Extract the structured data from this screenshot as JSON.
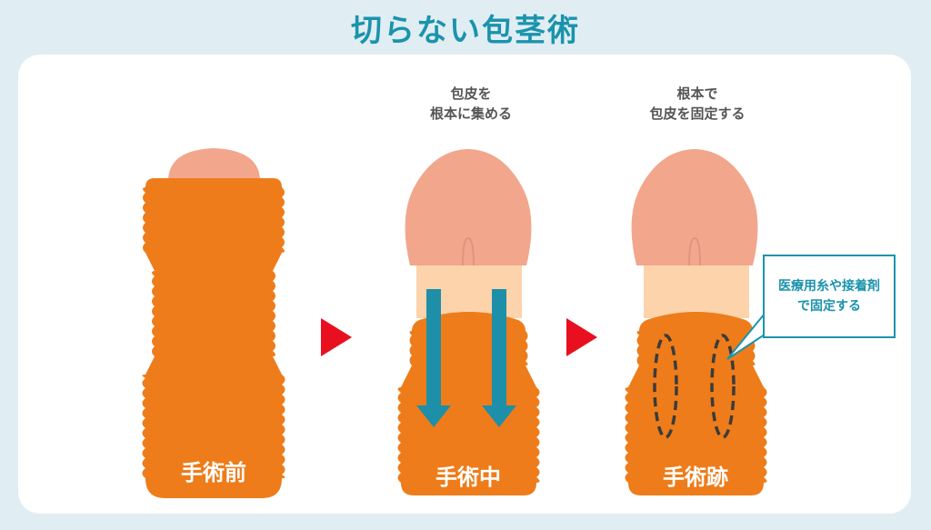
{
  "title": "切らない包茎術",
  "captions": {
    "step2": [
      "包皮を",
      "根本に集める"
    ],
    "step3": [
      "根本で",
      "包皮を固定する"
    ]
  },
  "stages": [
    "手術前",
    "手術中",
    "手術跡"
  ],
  "callout": [
    "医療用糸や接着剤",
    "で固定する"
  ],
  "colors": {
    "title": "#1b93ad",
    "skin": "#ee7c1a",
    "glans": "#f2a68c",
    "shaft": "#fdd3ac",
    "arrow_play": "#e8101e",
    "arrow_down": "#1e8fa8",
    "background": "#e0eef3"
  }
}
